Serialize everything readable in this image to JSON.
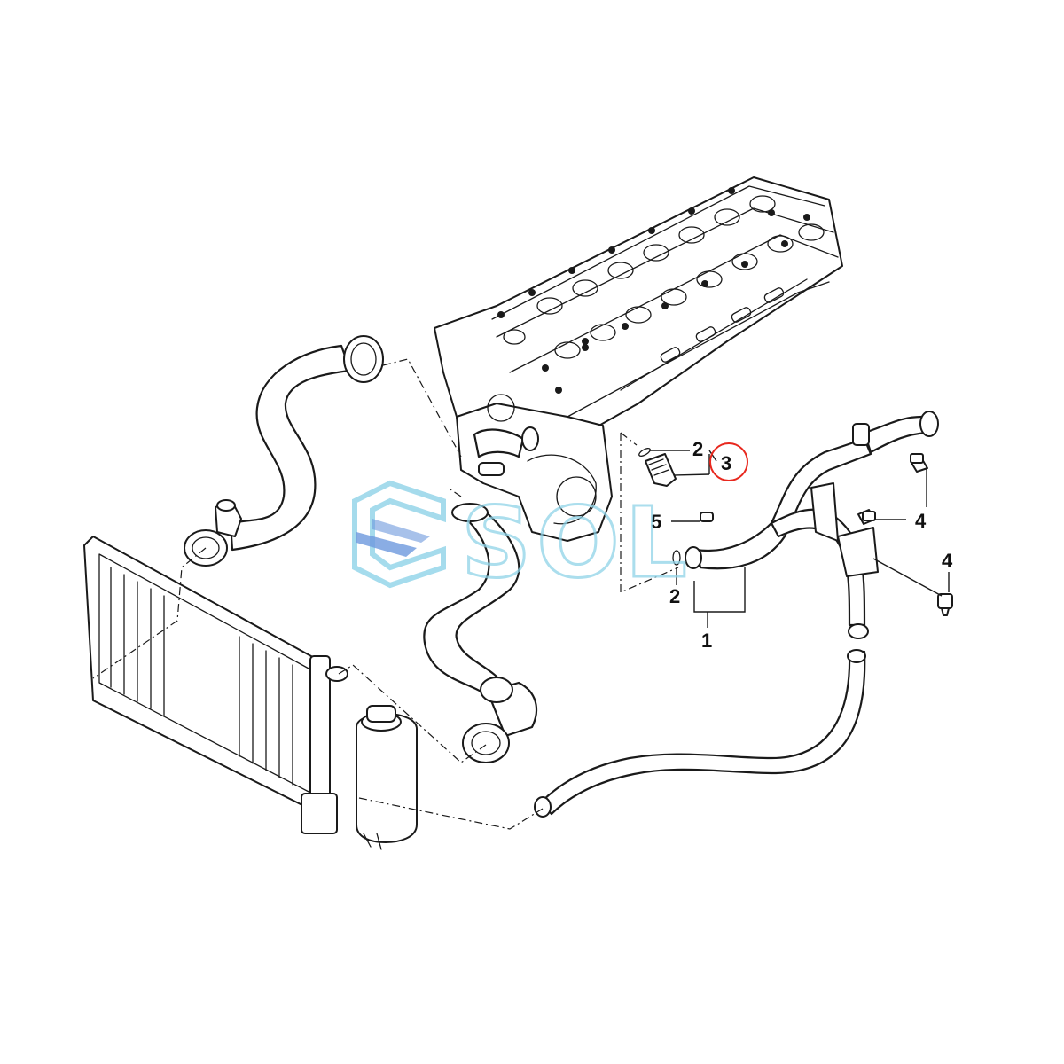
{
  "watermark": {
    "text": "SOL",
    "colors": [
      "#8fd3e8",
      "#4a7fd6"
    ]
  },
  "callouts": {
    "part_1": "1",
    "part_2_upper": "2",
    "part_2_lower": "2",
    "part_3": "3",
    "part_4_upper": "4",
    "part_4_lower": "4",
    "part_5": "5"
  },
  "highlight": {
    "target": "3",
    "color": "#e8281e"
  }
}
